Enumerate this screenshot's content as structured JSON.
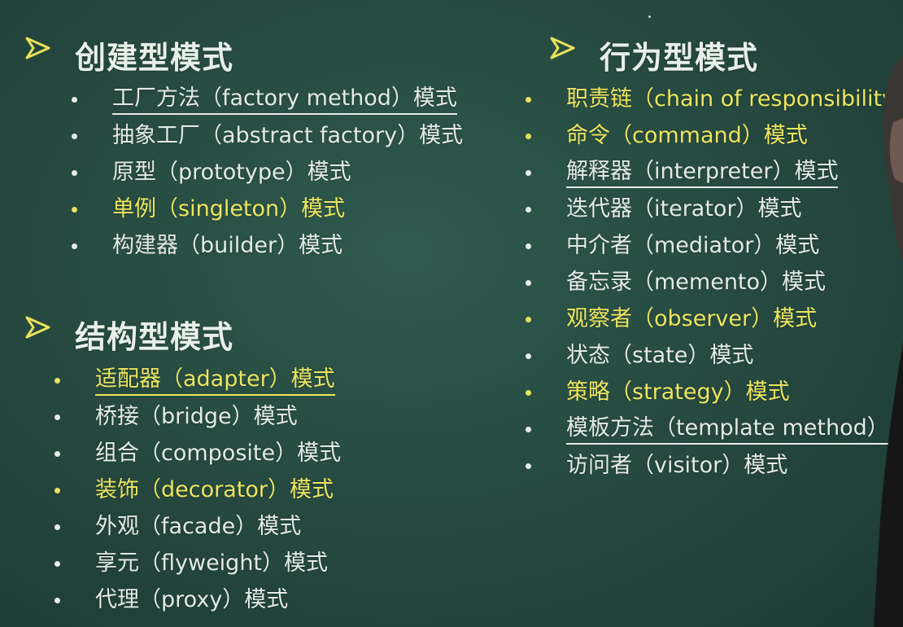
{
  "sections": {
    "creational": {
      "title": "创建型模式",
      "items": [
        {
          "label": "工厂方法（factory method）模式",
          "highlight": false,
          "underline": true
        },
        {
          "label": "抽象工厂（abstract factory）模式",
          "highlight": false,
          "underline": false
        },
        {
          "label": "原型（prototype）模式",
          "highlight": false,
          "underline": false
        },
        {
          "label": "单例（singleton）模式",
          "highlight": true,
          "underline": false
        },
        {
          "label": "构建器（builder）模式",
          "highlight": false,
          "underline": false
        }
      ]
    },
    "structural": {
      "title": "结构型模式",
      "items": [
        {
          "label": "适配器（adapter）模式",
          "highlight": true,
          "underline": true
        },
        {
          "label": "桥接（bridge）模式",
          "highlight": false,
          "underline": false
        },
        {
          "label": "组合（composite）模式",
          "highlight": false,
          "underline": false
        },
        {
          "label": "装饰（decorator）模式",
          "highlight": true,
          "underline": false
        },
        {
          "label": "外观（facade）模式",
          "highlight": false,
          "underline": false
        },
        {
          "label": "享元（flyweight）模式",
          "highlight": false,
          "underline": false
        },
        {
          "label": "代理（proxy）模式",
          "highlight": false,
          "underline": false
        }
      ]
    },
    "behavioral": {
      "title": "行为型模式",
      "items": [
        {
          "label": "职责链（chain of responsibility",
          "highlight": true,
          "underline": false
        },
        {
          "label": "命令（command）模式",
          "highlight": true,
          "underline": false
        },
        {
          "label": "解释器（interpreter）模式",
          "highlight": false,
          "underline": true
        },
        {
          "label": "迭代器（iterator）模式",
          "highlight": false,
          "underline": false
        },
        {
          "label": "中介者（mediator）模式",
          "highlight": false,
          "underline": false
        },
        {
          "label": "备忘录（memento）模式",
          "highlight": false,
          "underline": false
        },
        {
          "label": "观察者（observer）模式",
          "highlight": true,
          "underline": false
        },
        {
          "label": "状态（state）模式",
          "highlight": false,
          "underline": false
        },
        {
          "label": "策略（strategy）模式",
          "highlight": true,
          "underline": false
        },
        {
          "label": "模板方法（template method）",
          "highlight": false,
          "underline": true
        },
        {
          "label": "访问者（visitor）模式",
          "highlight": false,
          "underline": false
        }
      ]
    }
  },
  "colors": {
    "board": "#25483f",
    "text": "#e4eae5",
    "highlight": "#ece560",
    "arrow": "#e9e25c"
  },
  "icons": {
    "section_marker": "arrowhead-bullet-icon",
    "item_marker": "dot-bullet-icon"
  }
}
